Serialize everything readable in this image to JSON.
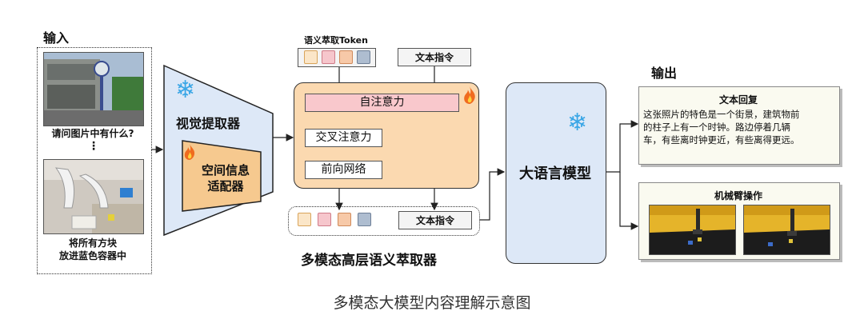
{
  "input": {
    "heading": "输入",
    "question": "请问图片中有什么?",
    "ellipsis": "⋮",
    "instruction_lines": [
      "将所有方块",
      "放进蓝色容器中"
    ]
  },
  "vision_encoder": {
    "label": "视觉提取器"
  },
  "spatial_adapter": {
    "lines": [
      "空间信息",
      "适配器"
    ]
  },
  "token_panel": {
    "label": "语义萃取Token",
    "token_colors": [
      "#fbe6c8",
      "#f6c6cc",
      "#f7c9a8",
      "#aebdd0"
    ]
  },
  "text_instruction": {
    "label": "文本指令"
  },
  "extractor": {
    "self_attention": "自注意力",
    "cross_attention": "交叉注意力",
    "ffn": "前向网络",
    "title": "多模态高层语义萃取器"
  },
  "llm": {
    "label": "大语言模型"
  },
  "output": {
    "heading": "输出",
    "text_reply": {
      "title": "文本回复",
      "lines": [
        "这张照片的特色是一个街景，建筑物前",
        "的柱子上有一个时钟。路边停着几辆",
        "车，有些离时钟更近，有些离得更远。"
      ]
    },
    "arm": {
      "title": "机械臂操作"
    }
  },
  "caption": "多模态大模型内容理解示意图",
  "icons": {
    "freeze": "snowflake-icon",
    "trainable": "flame-icon"
  },
  "colors": {
    "encoder_fill": "#dde8f7",
    "adapter_fill": "#f6c98f",
    "extractor_fill": "#fbd9b0",
    "self_attn_fill": "#f9c8cc",
    "llm_fill": "#dde8f7",
    "output_fill": "#fafaf0"
  }
}
